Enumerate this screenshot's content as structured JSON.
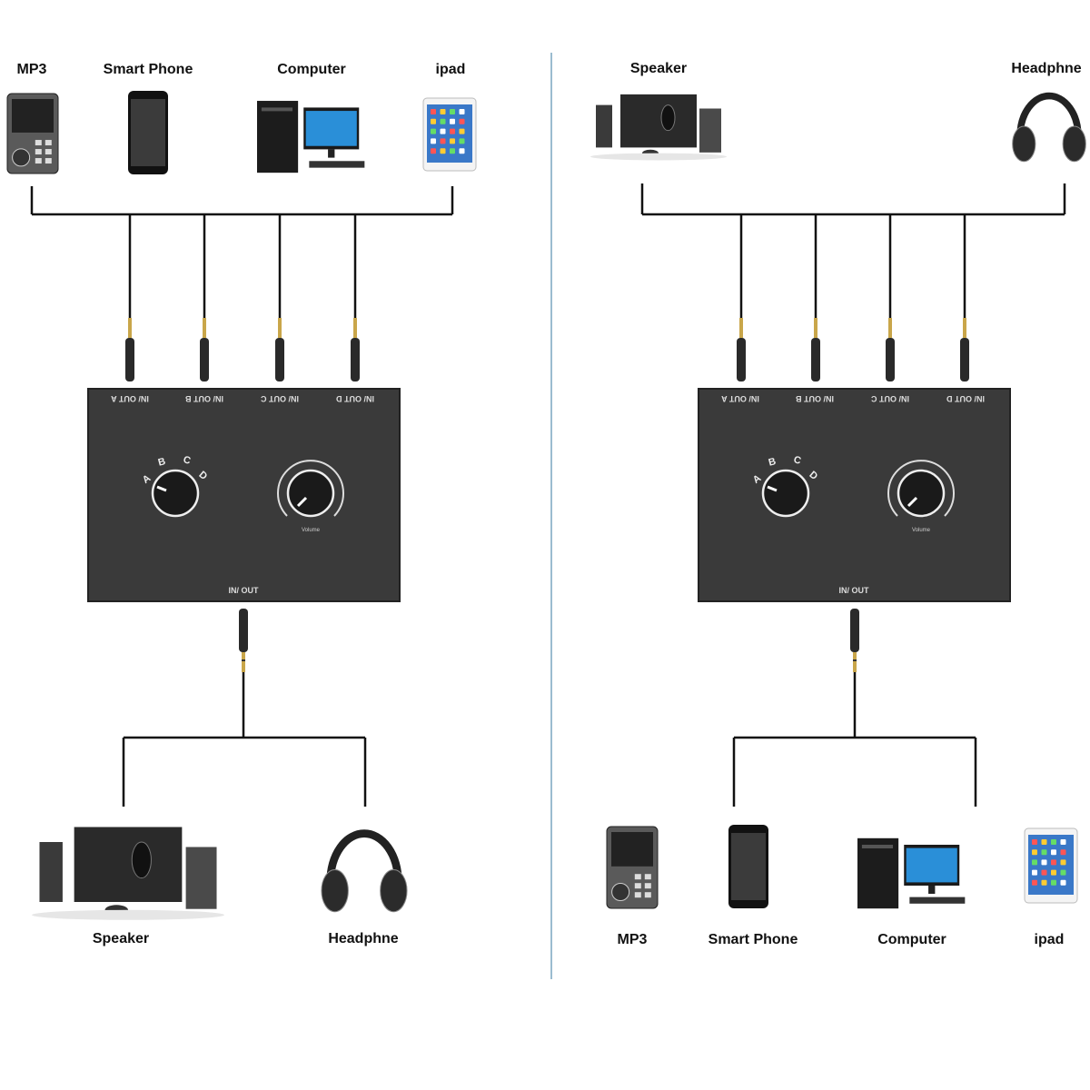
{
  "colors": {
    "line": "#111111",
    "divider": "#9bbcd0",
    "switch_body": "#3a3a3a",
    "switch_text": "#dddddd"
  },
  "panels": [
    {
      "top_devices": [
        {
          "label": "MP3",
          "icon": "mp3-player-icon"
        },
        {
          "label": "Smart Phone",
          "icon": "smartphone-icon"
        },
        {
          "label": "Computer",
          "icon": "desktop-computer-icon"
        },
        {
          "label": "ipad",
          "icon": "tablet-icon"
        }
      ],
      "switch": {
        "port_labels": [
          "IN/ OUT A",
          "IN/ OUT B",
          "IN/ OUT C",
          "IN/ OUT D"
        ],
        "selector_letters": [
          "A",
          "B",
          "C",
          "D"
        ],
        "volume_label": "Volume",
        "bottom_port_label": "IN/ OUT"
      },
      "bottom_devices": [
        {
          "label": "Speaker",
          "icon": "speaker-system-icon"
        },
        {
          "label": "Headphne",
          "icon": "headphone-icon"
        }
      ]
    },
    {
      "top_devices": [
        {
          "label": "Speaker",
          "icon": "speaker-system-icon"
        },
        {
          "label": "Headphne",
          "icon": "headphone-icon"
        }
      ],
      "switch": {
        "port_labels": [
          "IN/ OUT A",
          "IN/ OUT B",
          "IN/ OUT C",
          "IN/ OUT D"
        ],
        "selector_letters": [
          "A",
          "B",
          "C",
          "D"
        ],
        "volume_label": "Volume",
        "bottom_port_label": "IN/ OUT"
      },
      "bottom_devices": [
        {
          "label": "MP3",
          "icon": "mp3-player-icon"
        },
        {
          "label": "Smart Phone",
          "icon": "smartphone-icon"
        },
        {
          "label": "Computer",
          "icon": "desktop-computer-icon"
        },
        {
          "label": "ipad",
          "icon": "tablet-icon"
        }
      ]
    }
  ]
}
